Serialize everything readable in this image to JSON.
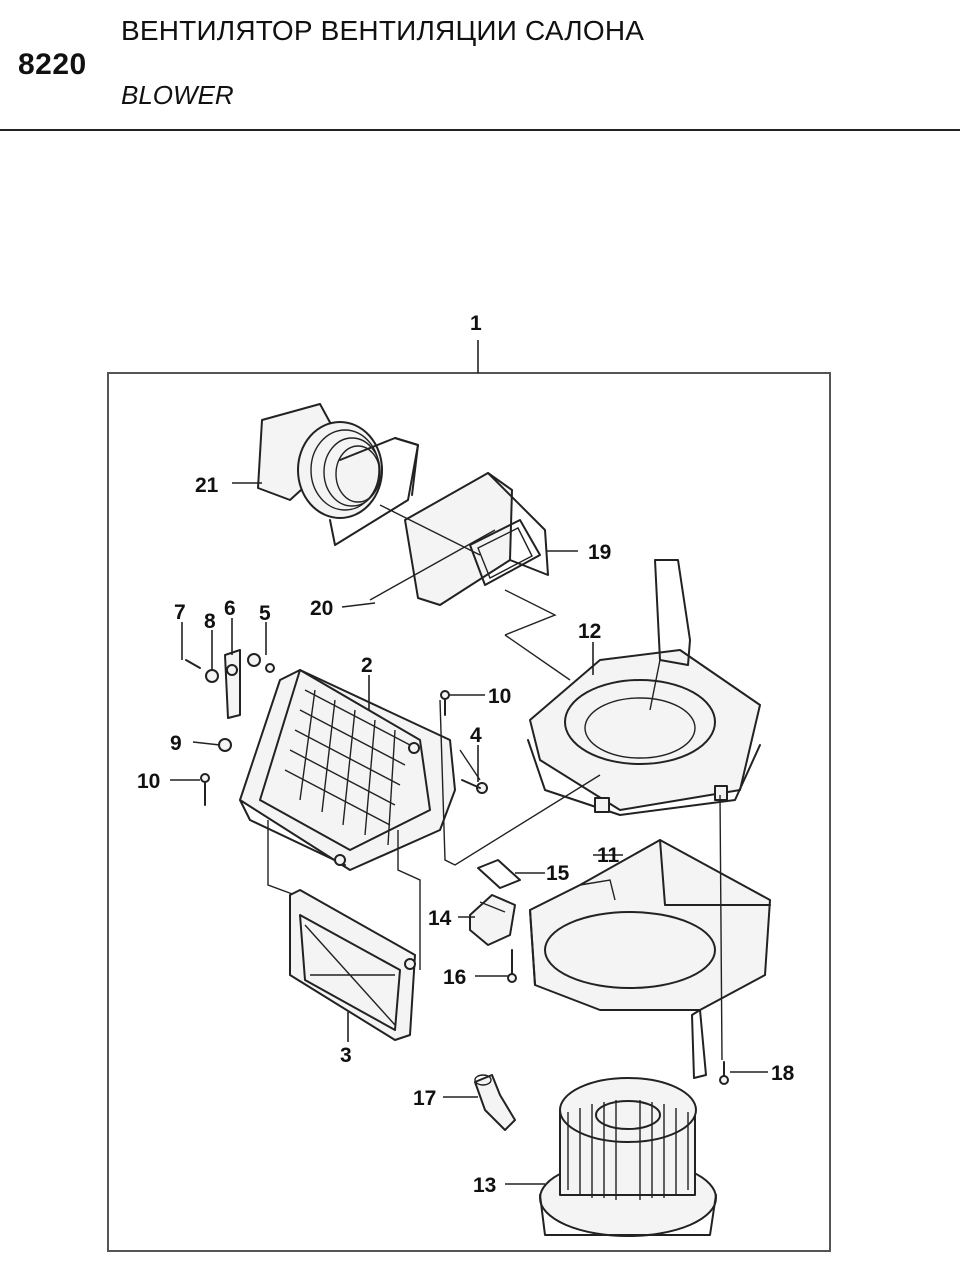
{
  "header": {
    "section_code": "8220",
    "title_ru": "ВЕНТИЛЯТОР ВЕНТИЛЯЦИИ САЛОНА",
    "title_en": "BLOWER"
  },
  "callouts": [
    "1",
    "2",
    "3",
    "4",
    "5",
    "6",
    "7",
    "8",
    "9",
    "10",
    "10",
    "11",
    "12",
    "13",
    "14",
    "15",
    "16",
    "17",
    "18",
    "19",
    "20",
    "21"
  ]
}
